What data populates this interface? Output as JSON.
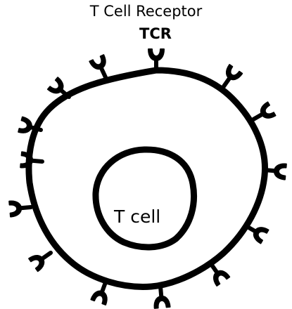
{
  "diagram": {
    "title": "T Cell Receptor",
    "abbreviation": "TCR",
    "cell_label": "T cell",
    "receptor_count": 14,
    "colors": {
      "stroke": "#000000",
      "background": "#ffffff"
    }
  }
}
